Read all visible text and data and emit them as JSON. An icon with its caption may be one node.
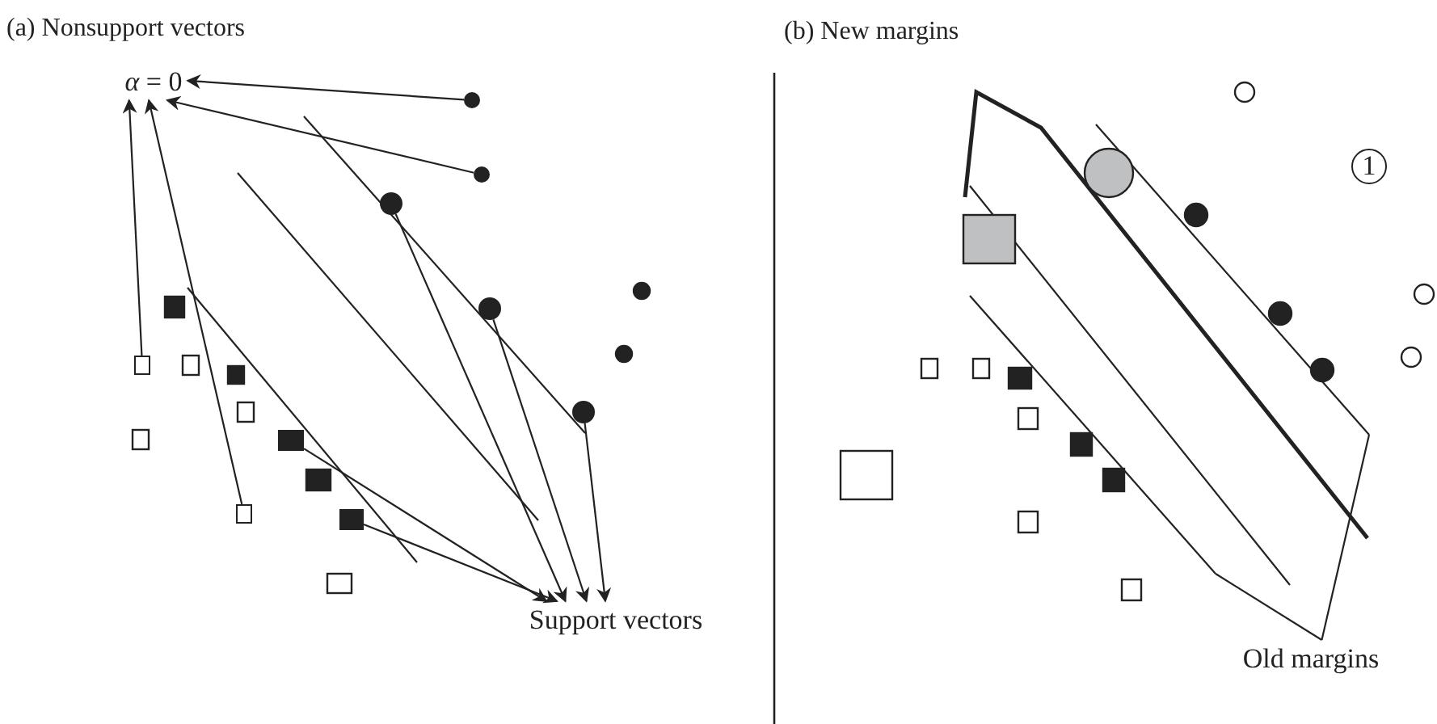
{
  "diagram": {
    "nodes": [
      {
        "text": [
          "*α* = 0"
        ]
      },
      {
        "text": [
          "Support vectors"
        ]
      },
      {
        "text": [],
        "shape": "circle"
      },
      {
        "text": [],
        "shape": "circle"
      },
      {
        "text": [],
        "shape": "box"
      },
      {
        "text": [],
        "shape": "box"
      },
      {
        "text": [],
        "shape": "circle"
      },
      {
        "text": [],
        "shape": "circle"
      },
      {
        "text": [],
        "shape": "circle"
      },
      {
        "text": [],
        "shape": "box"
      },
      {
        "text": [],
        "shape": "box"
      },
      {
        "text": [
          "Old margins"
        ]
      },
      {
        "text": [
          "1"
        ]
      }
    ],
    "edges": [
      {
        "from": 2,
        "to": 0,
        "arrow": "to"
      },
      {
        "from": 3,
        "to": 0,
        "arrow": "to"
      },
      {
        "from": 4,
        "to": 0,
        "arrow": "to"
      },
      {
        "from": 5,
        "to": 0,
        "arrow": "to"
      },
      {
        "from": 6,
        "to": 1,
        "arrow": "to"
      },
      {
        "from": 7,
        "to": 1,
        "arrow": "to"
      },
      {
        "from": 8,
        "to": 1,
        "arrow": "to"
      },
      {
        "from": 9,
        "to": 1,
        "arrow": "to"
      },
      {
        "from": 10,
        "to": 1,
        "arrow": "to"
      },
      {
        "from": 11,
        "to": null,
        "arrow": "none"
      },
      {
        "from": 11,
        "to": null,
        "arrow": "none"
      }
    ],
    "labels": [
      "(a) Nonsupport vectors",
      "(b) New margins"
    ]
  }
}
